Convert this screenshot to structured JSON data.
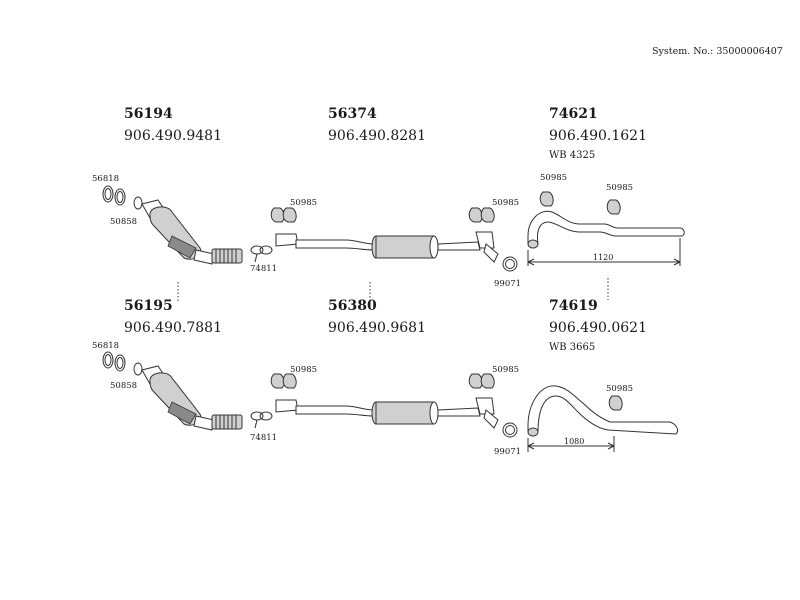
{
  "system_no": "System. No.: 35000006407",
  "rows": [
    {
      "front_part": {
        "number": "56194",
        "oem": "906.490.9481"
      },
      "middle_part": {
        "number": "56374",
        "oem": "906.490.8281"
      },
      "rear_part": {
        "number": "74621",
        "oem": "906.490.1621",
        "wb": "WB 4325",
        "length": "1120"
      },
      "callouts": {
        "gasket_a": "56818",
        "gasket_b": "50858",
        "clamp": "74811",
        "mount_a": "50985",
        "mount_b": "50985",
        "hanger_a": "50985",
        "hanger_b": "50985",
        "ring": "99071"
      }
    },
    {
      "front_part": {
        "number": "56195",
        "oem": "906.490.7881"
      },
      "middle_part": {
        "number": "56380",
        "oem": "906.490.9681"
      },
      "rear_part": {
        "number": "74619",
        "oem": "906.490.0621",
        "wb": "WB 3665",
        "length": "1080"
      },
      "callouts": {
        "gasket_a": "56818",
        "gasket_b": "50858",
        "clamp": "74811",
        "mount_a": "50985",
        "mount_b": "50985",
        "hanger_b": "50985",
        "ring": "99071"
      }
    }
  ]
}
